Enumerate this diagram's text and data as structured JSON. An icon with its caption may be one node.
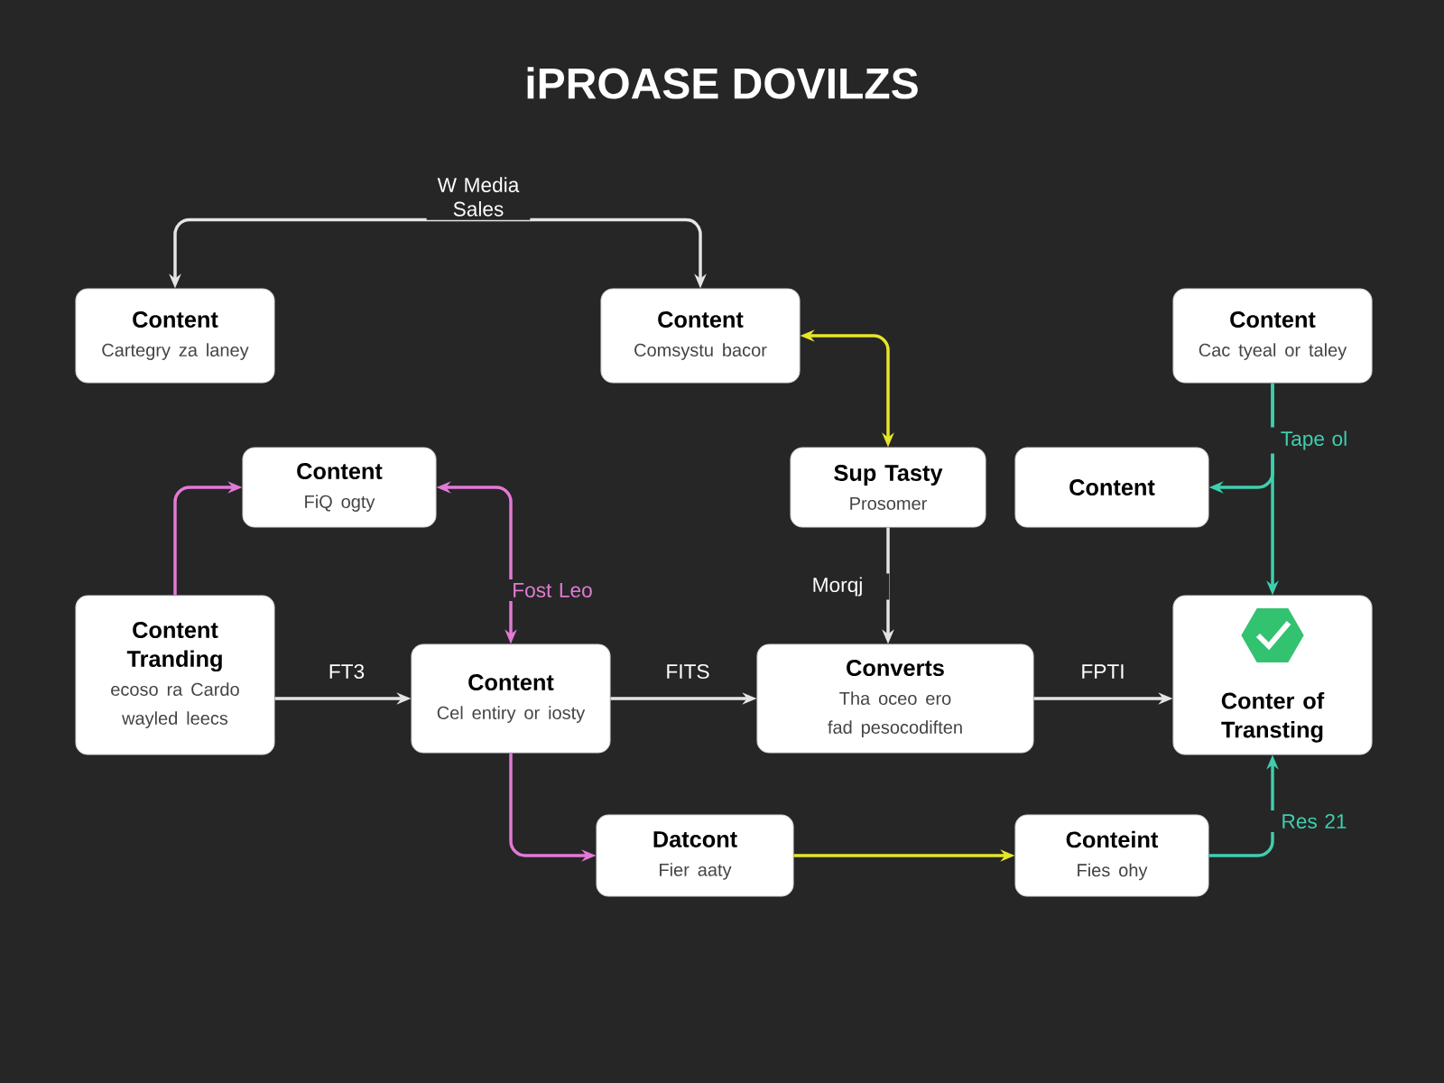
{
  "diagram": {
    "title": "iPROASE DOVILZS",
    "nodes": [
      {
        "text": [
          "Content",
          "Cartegry za laney"
        ]
      },
      {
        "text": [
          "Content",
          "Comsystu bacor"
        ]
      },
      {
        "text": [
          "Content",
          "Cac tyeal or taley"
        ]
      },
      {
        "text": [
          "Content",
          "FiQ ogty"
        ]
      },
      {
        "text": [
          "Sup Tasty",
          "Prosomer"
        ]
      },
      {
        "text": [
          "Content"
        ]
      },
      {
        "text": [
          "Content Tranding",
          "ecoso ra Cardo wayled leecs"
        ]
      },
      {
        "text": [
          "Content",
          "Cel entiry or iosty"
        ]
      },
      {
        "text": [
          "Converts",
          "Tha oceo ero fad pesocodiften"
        ]
      },
      {
        "text": [
          "Conter of Transting"
        ]
      },
      {
        "text": [
          "Datcont",
          "Fier aaty"
        ]
      },
      {
        "text": [
          "Conteint",
          "Fies ohy"
        ]
      }
    ],
    "edges": [
      {
        "from": 0,
        "to": 1,
        "arrow": "both",
        "label": "W Media Sales"
      },
      {
        "from": 1,
        "to": 4,
        "arrow": "both",
        "color": "#e6e62a"
      },
      {
        "from": 2,
        "to": 5,
        "arrow": "to",
        "color": "#3ecfae",
        "label": "Tape ol"
      },
      {
        "from": 2,
        "to": 9,
        "arrow": "to",
        "color": "#3ecfae"
      },
      {
        "from": 6,
        "to": 3,
        "arrow": "to",
        "color": "#e27ad6"
      },
      {
        "from": 3,
        "to": 7,
        "arrow": "both",
        "color": "#e27ad6",
        "label": "Fost Leo"
      },
      {
        "from": 4,
        "to": 8,
        "arrow": "to",
        "label": "Morqj"
      },
      {
        "from": 6,
        "to": 7,
        "arrow": "to",
        "label": "FT3"
      },
      {
        "from": 7,
        "to": 8,
        "arrow": "to",
        "label": "FITS"
      },
      {
        "from": 8,
        "to": 9,
        "arrow": "to",
        "label": "FPTI"
      },
      {
        "from": 7,
        "to": 10,
        "arrow": "to",
        "color": "#e27ad6"
      },
      {
        "from": 10,
        "to": 11,
        "arrow": "to",
        "color": "#e6e62a"
      },
      {
        "from": 11,
        "to": 9,
        "arrow": "to",
        "color": "#3ecfae",
        "label": "Res 21"
      }
    ]
  }
}
